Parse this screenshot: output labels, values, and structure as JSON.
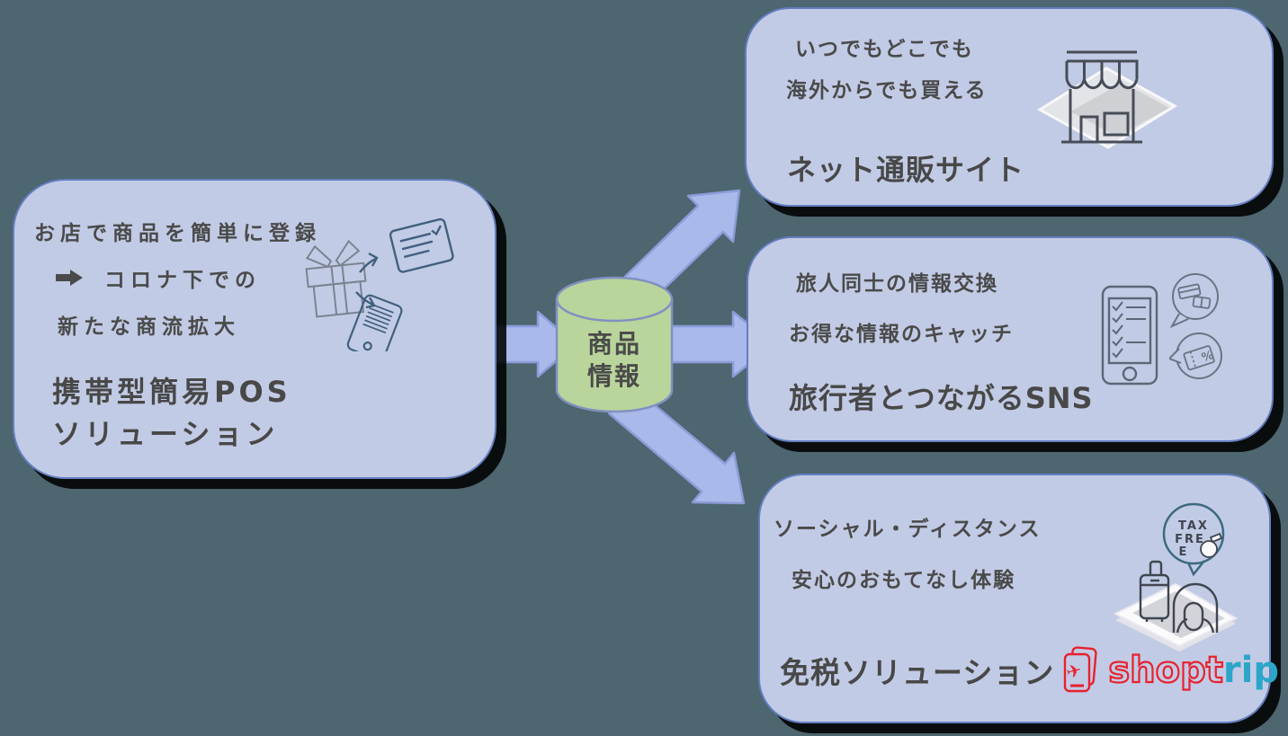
{
  "colors": {
    "background": "#4d6670",
    "box_fill": "#c2cbe5",
    "box_border": "#637ec0",
    "box_shadow": "#000000",
    "arrow_fill": "#a9b9ea",
    "arrow_border": "#8b9cd8",
    "cylinder_fill": "#b9d59b",
    "cylinder_border": "#8191c1",
    "text": "#4a4a4a",
    "icon_outline_teal": "#41607e",
    "icon_outline_gray": "#6b7383",
    "logo_red": "#e8212e",
    "logo_cyan": "#2ba6c9"
  },
  "pos_box": {
    "line1": "お店で商品を簡単に登録",
    "arrow_glyph": "➡",
    "line2": "コロナ下での",
    "line3": "新たな商流拡大",
    "title_line1": "携帯型簡易POS",
    "title_line2": "ソリューション"
  },
  "database": {
    "line1": "商品",
    "line2": "情報"
  },
  "ec_box": {
    "line1": "いつでもどこでも",
    "line2": "海外からでも買える",
    "title": "ネット通販サイト"
  },
  "sns_box": {
    "line1": "旅人同士の情報交換",
    "line2": "お得な情報のキャッチ",
    "title": "旅行者とつながるSNS",
    "percent_label": "%"
  },
  "tax_box": {
    "line1": "ソーシャル・ディスタンス",
    "line2": "安心のおもてなし体験",
    "title": "免税ソリューション",
    "bubble_lines": [
      "TAX",
      "FRE",
      "E"
    ],
    "logo_red_text": "shopt",
    "logo_cyan_text": "rip"
  },
  "icons": {
    "airplane_glyph": "✈",
    "pos_icon": "gift-to-tablet-and-phone",
    "ec_icon": "storefront-on-tablet",
    "sns_icon": "phone-checklist-with-speech-bubbles",
    "tax_icon": "traveler-luggage-taxfree-bubble",
    "logo_icon": "passport-airplane"
  }
}
